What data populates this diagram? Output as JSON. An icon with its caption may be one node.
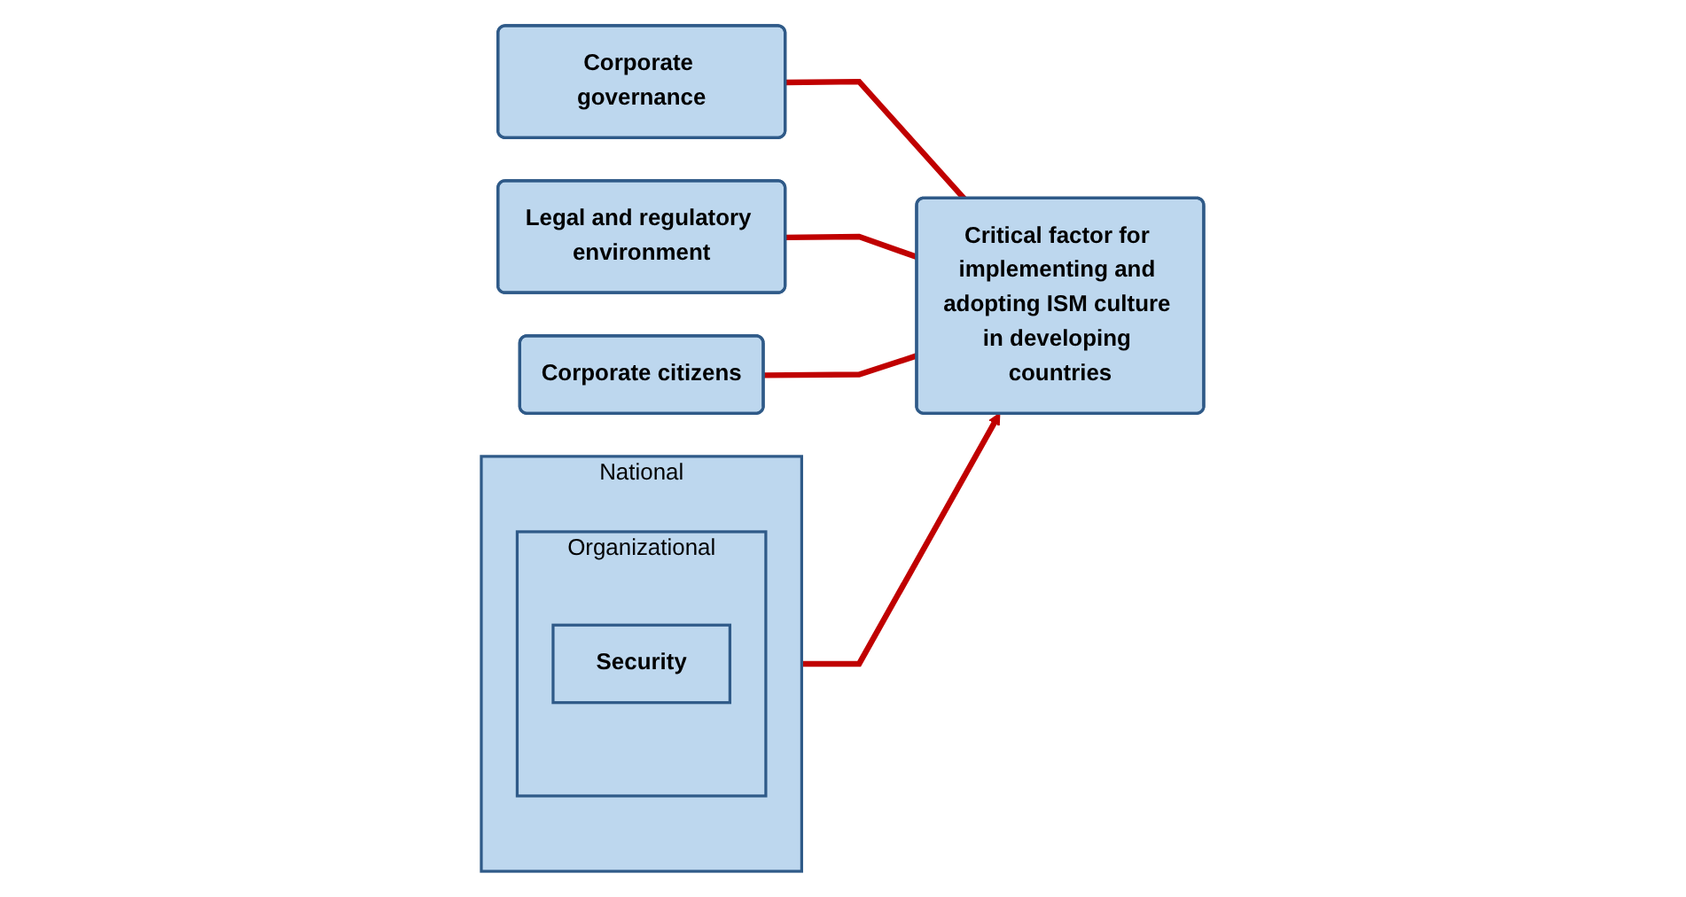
{
  "diagram": {
    "nodes": [
      {
        "text": [
          "Corporate governance"
        ]
      },
      {
        "text": [
          "Legal and regulatory environment"
        ]
      },
      {
        "text": [
          "Corporate citizens"
        ]
      },
      {
        "text": [
          "Critical factor for implementing and adopting ISM culture in developing countries"
        ]
      },
      {
        "text": [
          "National"
        ]
      },
      {
        "text": [
          "Organizational"
        ],
        "in": 4
      },
      {
        "text": [
          "Security"
        ],
        "in": 5
      }
    ],
    "edges": [
      {
        "from": 0,
        "to": 3,
        "arrow": "none"
      },
      {
        "from": 1,
        "to": 3,
        "arrow": "none"
      },
      {
        "from": 2,
        "to": 3,
        "arrow": "none"
      },
      {
        "from": 4,
        "to": 3,
        "arrow": "to"
      }
    ]
  }
}
